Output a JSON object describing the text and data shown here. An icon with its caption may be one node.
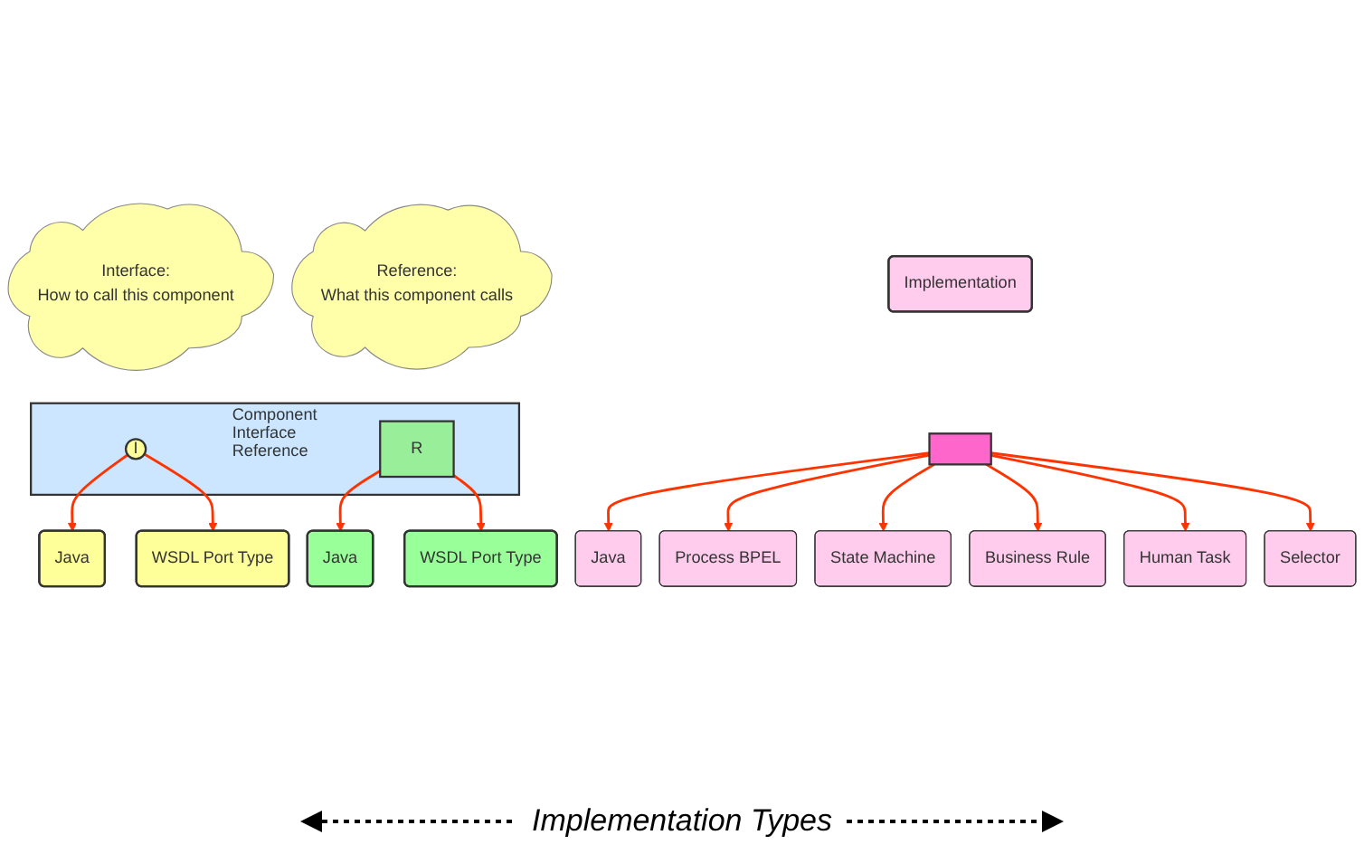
{
  "diagram": {
    "nodes": [
      {
        "text": [
          "Interface:",
          "How to call this component"
        ]
      },
      {
        "text": [
          "Reference:",
          "What this component calls"
        ]
      },
      {
        "text": [
          "Java"
        ]
      },
      {
        "text": [
          "Component",
          "Interface",
          "Reference"
        ]
      },
      {
        "text": [
          "I"
        ],
        "in": 3
      },
      {
        "text": [
          "R"
        ],
        "in": 3
      },
      {
        "text": [
          "Java"
        ]
      },
      {
        "text": [
          "WSDL Port Type"
        ]
      },
      {
        "text": [
          "WSDL Port Type"
        ]
      },
      {
        "text": [
          "Implementation"
        ]
      },
      {
        "text": [],
        "shape": "box"
      },
      {
        "text": [
          "Java"
        ]
      },
      {
        "text": [
          "Process BPEL"
        ]
      },
      {
        "text": [
          "State Machine"
        ]
      },
      {
        "text": [
          "Business Rule"
        ]
      },
      {
        "text": [
          "Human Task"
        ]
      },
      {
        "text": [
          "Selector"
        ]
      }
    ],
    "edges": [
      {
        "from": 4,
        "to": 2,
        "arrow": "to"
      },
      {
        "from": 4,
        "to": 7,
        "arrow": "to"
      },
      {
        "from": 5,
        "to": 6,
        "arrow": "to"
      },
      {
        "from": 5,
        "to": 8,
        "arrow": "to"
      },
      {
        "from": 10,
        "to": 11,
        "arrow": "to"
      },
      {
        "from": 10,
        "to": 12,
        "arrow": "to"
      },
      {
        "from": 10,
        "to": 13,
        "arrow": "to"
      },
      {
        "from": 10,
        "to": 14,
        "arrow": "to"
      },
      {
        "from": 10,
        "to": 15,
        "arrow": "to"
      },
      {
        "from": 10,
        "to": 16,
        "arrow": "to"
      }
    ],
    "labels": [
      "Implementation Types"
    ]
  }
}
